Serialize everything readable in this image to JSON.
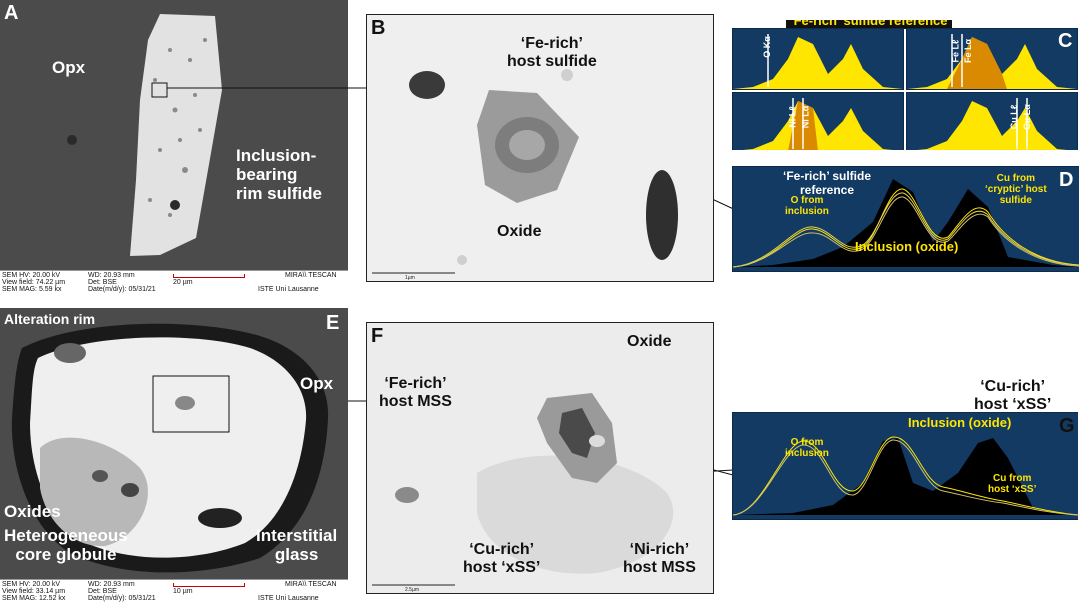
{
  "panels": {
    "a": {
      "letter": "A",
      "opx": "Opx",
      "rim_label": "Inclusion-\nbearing\nrim sulfide"
    },
    "b": {
      "letter": "B",
      "host": "‘Fe-rich’\nhost sulfide",
      "oxide": "Oxide"
    },
    "c": {
      "letter": "C",
      "title": "‘Fe-rich’ sulfide reference",
      "lines": [
        "O Kα",
        "Fe Lℓ",
        "Fe Lα",
        "Ni Lℓ",
        "Ni Lα",
        "Cu Lℓ",
        "Cu Lα"
      ]
    },
    "d": {
      "letter": "D",
      "ref": "‘Fe-rich’ sulfide\nreference",
      "cu": "Cu from\n‘cryptic’ host\nsulfide",
      "o": "O from\ninclusion",
      "inclusion": "Inclusion (oxide)"
    },
    "e": {
      "letter": "E",
      "alteration": "Alteration rim",
      "opx": "Opx",
      "oxides": "Oxides",
      "core": "Heterogeneous\ncore globule",
      "glass": "Interstitial\nglass"
    },
    "f": {
      "letter": "F",
      "fe": "‘Fe-rich’\nhost MSS",
      "oxide": "Oxide",
      "cu": "‘Cu-rich’\nhost ‘xSS’",
      "ni": "‘Ni-rich’\nhost MSS"
    },
    "g": {
      "letter": "G",
      "cu_host": "‘Cu-rich’\nhost ‘xSS’",
      "o": "O from\ninclusion",
      "inclusion": "Inclusion (oxide)",
      "cu": "Cu from\nhost ‘xSS’"
    }
  },
  "sem_a": {
    "hv": "SEM HV: 20.00 kV",
    "wd": "WD: 20.93 mm",
    "mira": "MIRA\\\\ TESCAN",
    "vf": "View field: 74.22 µm",
    "det": "Det: BSE",
    "scale": "20 µm",
    "mag": "SEM MAG: 5.59 kx",
    "date": "Date(m/d/y): 05/31/21",
    "lab": "ISTE Uni Lausanne"
  },
  "sem_e": {
    "hv": "SEM HV: 20.00 kV",
    "wd": "WD: 20.93 mm",
    "mira": "MIRA\\\\ TESCAN",
    "vf": "View field: 33.14 µm",
    "det": "Det: BSE",
    "scale": "10 µm",
    "mag": "SEM MAG: 12.52 kx",
    "date": "Date(m/d/y): 05/31/21",
    "lab": "ISTE Uni Lausanne"
  },
  "scale_b": "1µm",
  "scale_f": "2.5µm",
  "colors": {
    "yellow": "#ffe600",
    "spectrum_bg": "#123a63",
    "orange": "#d98a00"
  }
}
